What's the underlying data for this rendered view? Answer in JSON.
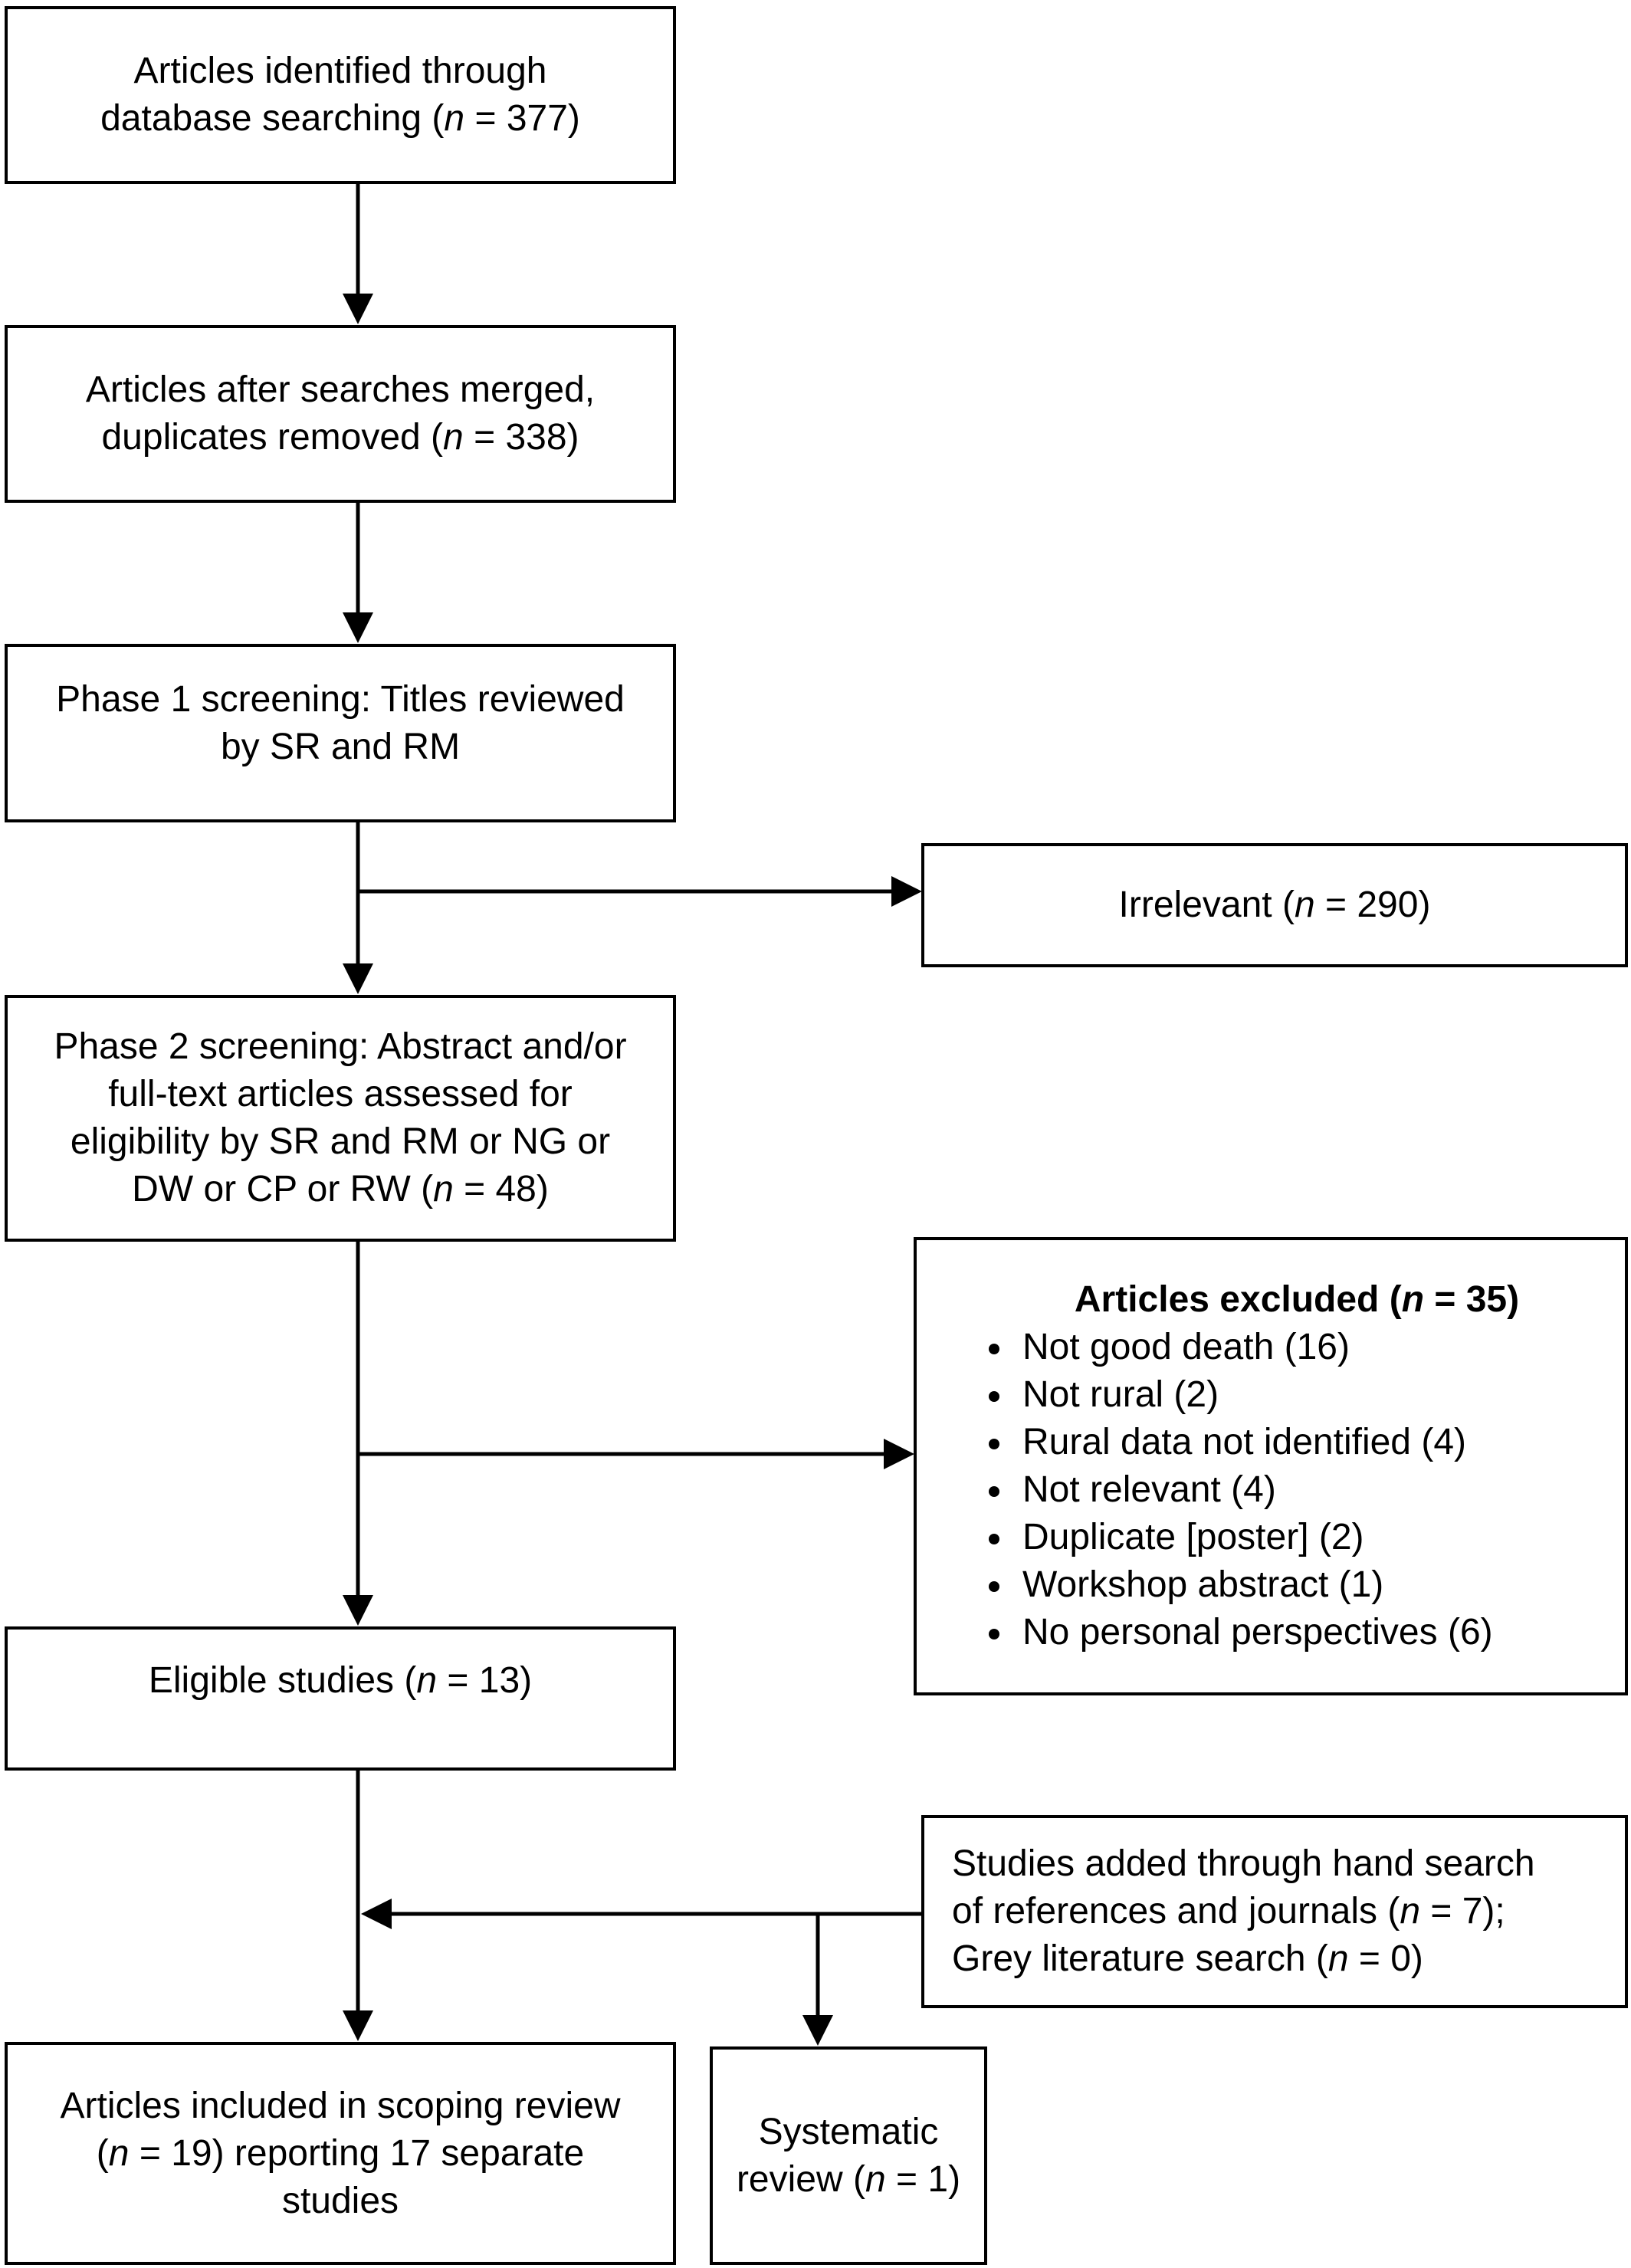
{
  "boxes": {
    "identified": {
      "line1": "Articles identified through",
      "line2_pre": "database searching (",
      "n_label": "n",
      "line2_post": " = 377)"
    },
    "merged": {
      "line1": "Articles after searches merged,",
      "line2_pre": "duplicates removed (",
      "n_label": "n",
      "line2_post": " = 338)"
    },
    "phase1": {
      "line1": "Phase 1 screening: Titles reviewed",
      "line2": "by SR and RM"
    },
    "irrelevant": {
      "pre": "Irrelevant (",
      "n_label": "n",
      "post": " = 290)"
    },
    "phase2": {
      "line1": "Phase 2 screening: Abstract and/or",
      "line2": "full-text articles assessed for",
      "line3": "eligibility by SR and RM or NG or",
      "line4_pre": "DW or CP or RW (",
      "n_label": "n",
      "line4_post": " = 48)"
    },
    "excluded": {
      "title_pre": "Articles excluded (",
      "n_label": "n",
      "title_post": " = 35)",
      "reasons": [
        "Not good death (16)",
        "Not rural (2)",
        "Rural data not identified (4)",
        "Not relevant (4)",
        "Duplicate [poster] (2)",
        "Workshop abstract (1)",
        "No personal perspectives (6)"
      ]
    },
    "eligible": {
      "pre": "Eligible studies (",
      "n_label": "n",
      "post": " = 13)"
    },
    "added": {
      "line1": "Studies added through hand search",
      "line2_pre": "of references and journals (",
      "n_label": "n",
      "line2_post": " = 7);",
      "line3_pre": "Grey literature search (",
      "n_label2": "n",
      "line3_post": " = 0)"
    },
    "included": {
      "line1": "Articles included in scoping review",
      "line2_pre": "(",
      "n_label": "n",
      "line2_post": " = 19) reporting 17 separate",
      "line3": "studies"
    },
    "systematic": {
      "line1": "Systematic",
      "line2_pre": "review (",
      "n_label": "n",
      "line2_post": " = 1)"
    }
  }
}
